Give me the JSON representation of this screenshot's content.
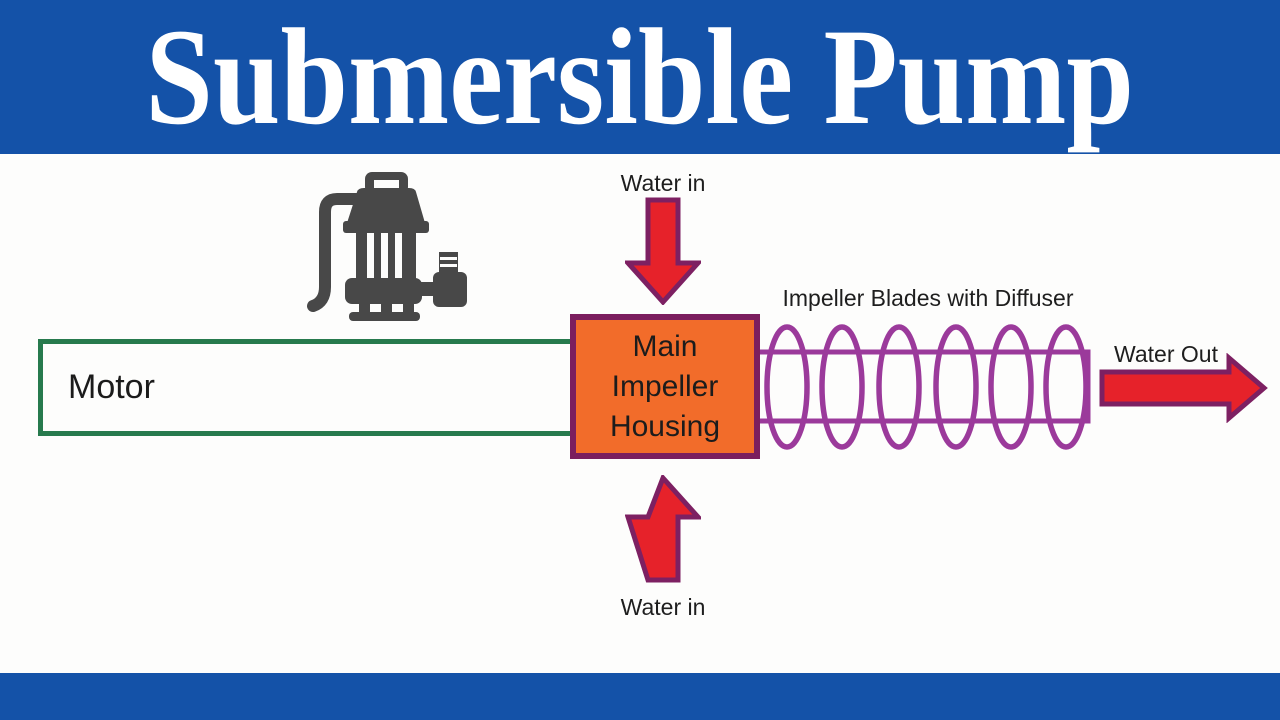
{
  "banner": {
    "title": "Submersible Pump"
  },
  "diagram": {
    "pump_icon": "submersible-pump",
    "water_in_top": {
      "label": "Water in"
    },
    "water_in_bottom": {
      "label": "Water in"
    },
    "water_out": {
      "label": "Water Out"
    },
    "motor": {
      "label": "Motor"
    },
    "housing": {
      "label": "Main\nImpeller\nHousing"
    },
    "impeller": {
      "label": "Impeller Blades with Diffuser",
      "blade_count": 6
    }
  },
  "colors": {
    "banner_blue": "#1452a8",
    "arrow_red": "#e6222a",
    "arrow_outline_purple": "#7d2062",
    "housing_fill_orange": "#f26c2a",
    "housing_border_purple": "#7b1e5e",
    "coil_purple": "#9b3a9b",
    "motor_border_green": "#277a4d",
    "pump_icon_gray": "#484848",
    "label_text": "#1e1e1e"
  }
}
